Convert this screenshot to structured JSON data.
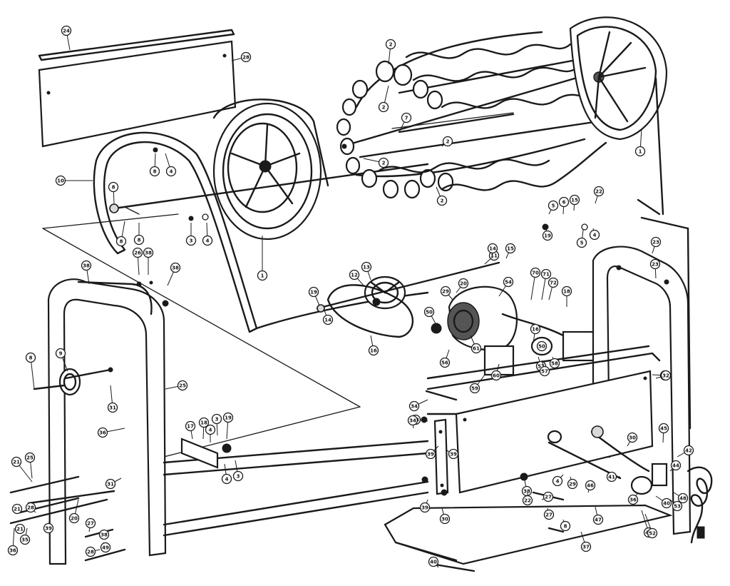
{
  "diagram": {
    "callouts": [
      {
        "label": "24"
      },
      {
        "label": "28"
      },
      {
        "label": "2"
      },
      {
        "label": "2"
      },
      {
        "label": "7"
      },
      {
        "label": "2"
      },
      {
        "label": "2"
      },
      {
        "label": "2"
      },
      {
        "label": "1"
      },
      {
        "label": "10"
      },
      {
        "label": "8"
      },
      {
        "label": "4"
      },
      {
        "label": "8"
      },
      {
        "label": "8"
      },
      {
        "label": "8"
      },
      {
        "label": "3"
      },
      {
        "label": "4"
      },
      {
        "label": "1"
      },
      {
        "label": "22"
      },
      {
        "label": "5"
      },
      {
        "label": "6"
      },
      {
        "label": "15"
      },
      {
        "label": "5"
      },
      {
        "label": "4"
      },
      {
        "label": "19"
      },
      {
        "label": "23"
      },
      {
        "label": "11"
      },
      {
        "label": "14"
      },
      {
        "label": "15"
      },
      {
        "label": "13"
      },
      {
        "label": "12"
      },
      {
        "label": "19"
      },
      {
        "label": "16"
      },
      {
        "label": "14"
      },
      {
        "label": "26"
      },
      {
        "label": "38"
      },
      {
        "label": "38"
      },
      {
        "label": "38"
      },
      {
        "label": "20"
      },
      {
        "label": "29"
      },
      {
        "label": "54"
      },
      {
        "label": "70"
      },
      {
        "label": "71"
      },
      {
        "label": "72"
      },
      {
        "label": "18"
      },
      {
        "label": "50"
      },
      {
        "label": "61"
      },
      {
        "label": "16"
      },
      {
        "label": "56"
      },
      {
        "label": "50"
      },
      {
        "label": "57"
      },
      {
        "label": "58"
      },
      {
        "label": "57"
      },
      {
        "label": "59"
      },
      {
        "label": "60"
      },
      {
        "label": "34"
      },
      {
        "label": "32"
      },
      {
        "label": "8"
      },
      {
        "label": "9"
      },
      {
        "label": "31"
      },
      {
        "label": "25"
      },
      {
        "label": "36"
      },
      {
        "label": "17"
      },
      {
        "label": "18"
      },
      {
        "label": "4"
      },
      {
        "label": "3"
      },
      {
        "label": "19"
      },
      {
        "label": "4"
      },
      {
        "label": "3"
      },
      {
        "label": "33"
      },
      {
        "label": "39"
      },
      {
        "label": "39"
      },
      {
        "label": "45"
      },
      {
        "label": "42"
      },
      {
        "label": "44"
      },
      {
        "label": "21"
      },
      {
        "label": "25"
      },
      {
        "label": "23"
      },
      {
        "label": "32"
      },
      {
        "label": "20"
      },
      {
        "label": "21"
      },
      {
        "label": "38"
      },
      {
        "label": "21"
      },
      {
        "label": "27"
      },
      {
        "label": "39"
      },
      {
        "label": "28"
      },
      {
        "label": "36"
      },
      {
        "label": "35"
      },
      {
        "label": "31"
      },
      {
        "label": "4"
      },
      {
        "label": "38"
      },
      {
        "label": "29"
      },
      {
        "label": "27"
      },
      {
        "label": "8"
      },
      {
        "label": "46"
      },
      {
        "label": "47"
      },
      {
        "label": "34"
      },
      {
        "label": "43"
      },
      {
        "label": "40"
      },
      {
        "label": "41"
      },
      {
        "label": "48"
      },
      {
        "label": "30"
      },
      {
        "label": "39"
      },
      {
        "label": "30"
      },
      {
        "label": "27"
      },
      {
        "label": "28"
      },
      {
        "label": "49"
      },
      {
        "label": "37"
      },
      {
        "label": "40"
      },
      {
        "label": "53"
      },
      {
        "label": "52"
      },
      {
        "label": "36"
      },
      {
        "label": "22"
      }
    ]
  }
}
